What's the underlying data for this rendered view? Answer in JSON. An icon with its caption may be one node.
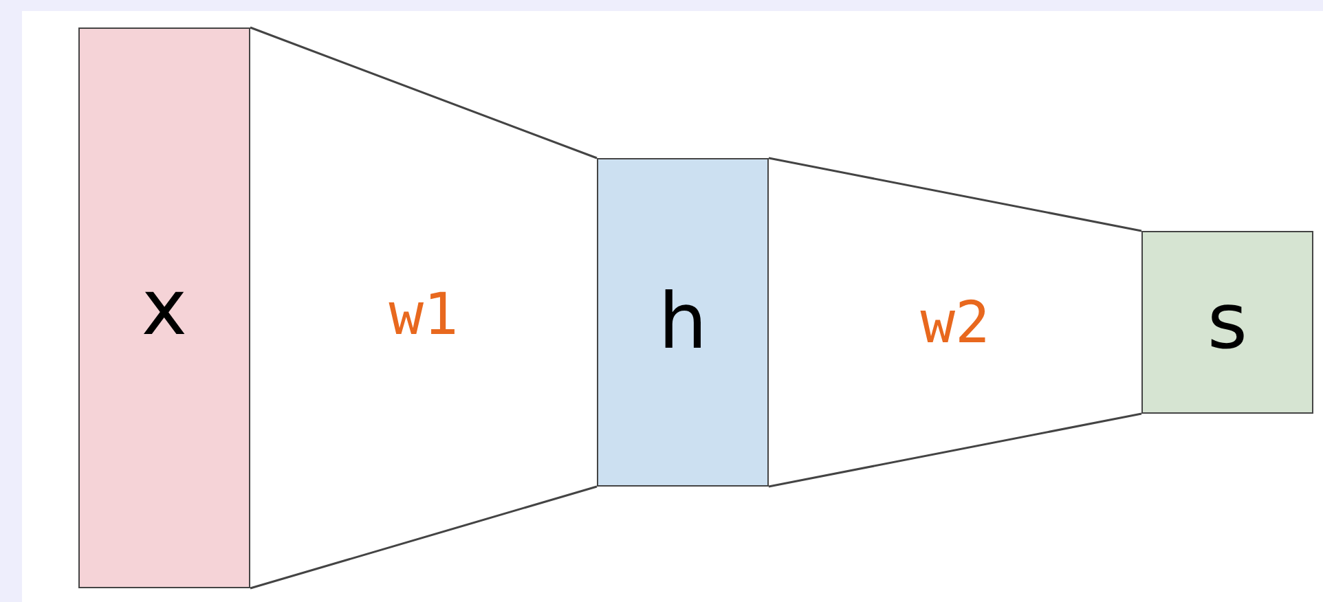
{
  "diagram": {
    "nodes": [
      {
        "text": [
          "x"
        ]
      },
      {
        "text": [
          "h"
        ]
      },
      {
        "text": [
          "s"
        ]
      }
    ],
    "edges": [
      {
        "from": 0,
        "to": 1,
        "arrow": "none",
        "label": "w1"
      },
      {
        "from": 1,
        "to": 2,
        "arrow": "none",
        "label": "w2"
      }
    ]
  }
}
